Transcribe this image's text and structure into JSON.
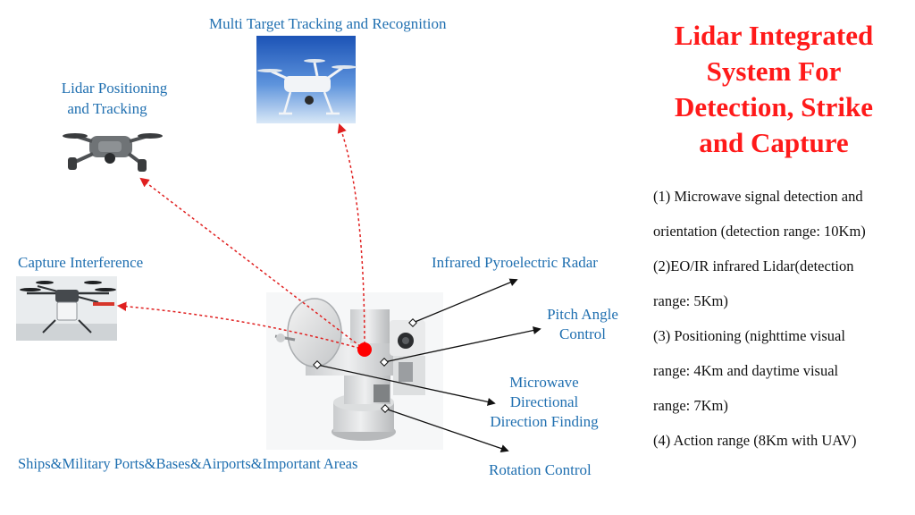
{
  "colors": {
    "label_blue": "#1f6fb0",
    "title_red": "#ff1a1a",
    "arrow_red": "#e02020",
    "target_red": "#ff0000",
    "text_dark": "#111111"
  },
  "labels": {
    "multi_target": "Multi Target Tracking and Recognition",
    "lidar_positioning_line1": "Lidar Positioning",
    "lidar_positioning_line2": "and Tracking",
    "capture_interference": "Capture Interference",
    "infrared_radar": "Infrared Pyroelectric Radar",
    "pitch_line1": "Pitch Angle",
    "pitch_line2": "Control",
    "microwave_line1": "Microwave",
    "microwave_line2": "Directional",
    "microwave_line3": "Direction Finding",
    "rotation": "Rotation Control",
    "ships": "Ships&Military Ports&Bases&Airports&Important Areas"
  },
  "title": {
    "line1": "Lidar Integrated",
    "line2": "System For",
    "line3": "Detection, Strike",
    "line4": "and Capture"
  },
  "specs": [
    "(1) Microwave signal detection and",
    "orientation (detection range: 10Km)",
    "(2)EO/IR infrared Lidar(detection",
    "range: 5Km)",
    "(3) Positioning (nighttime visual",
    "range: 4Km and daytime visual",
    "range: 7Km)",
    "(4) Action range (8Km with UAV)"
  ],
  "images": {
    "drone_top": "quadcopter-drone-photo",
    "drone_left": "foldable-drone-photo",
    "drone_capture": "hexacopter-drone-photo",
    "device": "lidar-turret-device-photo"
  }
}
